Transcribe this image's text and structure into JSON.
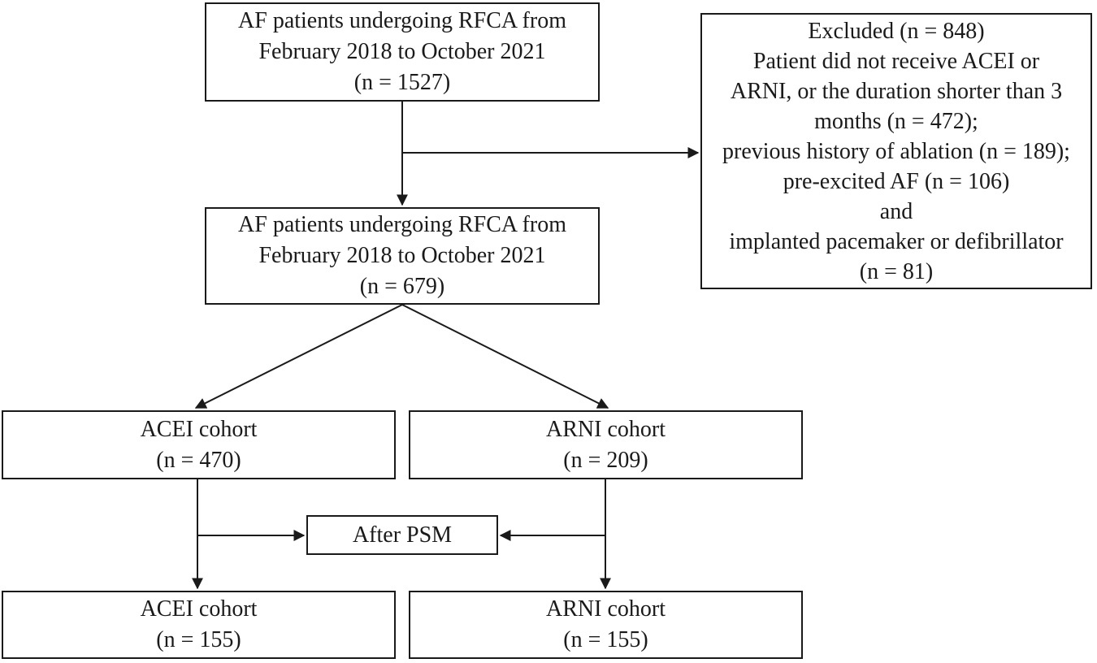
{
  "diagram": {
    "title": "AF patient RFCA study flow diagram",
    "colors": {
      "background": "#ffffff",
      "box_border": "#1a1a1a",
      "text": "#1a1a1a",
      "arrow": "#1a1a1a"
    },
    "boxes": {
      "initial": {
        "lines": [
          "AF patients undergoing RFCA from",
          "February 2018 to October 2021",
          "(n = 1527)"
        ]
      },
      "excluded": {
        "lines": [
          "Excluded (n = 848)",
          "Patient did not receive ACEI or",
          "ARNI, or the duration shorter than 3",
          "months (n = 472);",
          "previous history of ablation (n = 189);",
          "pre-excited AF (n = 106)",
          "and",
          "implanted pacemaker or defibrillator",
          "(n = 81)"
        ]
      },
      "included": {
        "lines": [
          "AF patients undergoing RFCA from",
          "February 2018 to October 2021",
          "(n = 679)"
        ]
      },
      "acei_pre": {
        "lines": [
          "ACEI cohort",
          "(n = 470)"
        ]
      },
      "arni_pre": {
        "lines": [
          "ARNI cohort",
          "(n = 209)"
        ]
      },
      "psm": {
        "label": "After PSM"
      },
      "acei_post": {
        "lines": [
          "ACEI cohort",
          "(n = 155)"
        ]
      },
      "arni_post": {
        "lines": [
          "ARNI cohort",
          "(n = 155)"
        ]
      }
    }
  }
}
